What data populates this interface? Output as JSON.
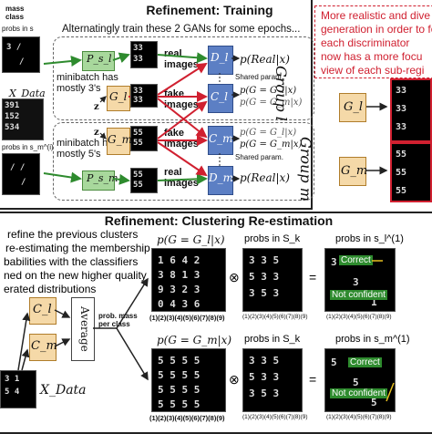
{
  "top": {
    "title": "Refinement: Training",
    "subtitle": "Alternatingly train these 2 GANs for some epochs...",
    "left_labels": [
      "mass",
      "class",
      "probs in s"
    ],
    "probs_s_l": "probs in s_l^(i)",
    "probs_s_m": "probs in s_m^(i)",
    "x_data": "X_Data",
    "minibatch_l": "minibatch has mostly 3's",
    "minibatch_m": "minibatch has mostly 5's",
    "real_images": "real images",
    "fake_images": "fake images",
    "shared_param": "Shared param.",
    "p_real": "p(Real|x)",
    "p_g_l": "p(G = G_l|x)",
    "p_g_m": "p(G = G_m|x)",
    "group_l": "Group l",
    "group_m": "Group m",
    "ps_l": "P_s_l",
    "ps_m": "P_s_m",
    "gl": "G_l",
    "gm": "G_m",
    "dl": "D_l",
    "dm": "D_m",
    "cl": "C_l",
    "cm": "C_m",
    "z": "z",
    "x": "x"
  },
  "right_note": {
    "lines": [
      "More realistic and dive",
      "generation in order to fo",
      "each discriminator",
      "now has a more focu",
      "view of each sub-regi"
    ],
    "gl": "G_l",
    "gm": "G_m"
  },
  "bottom": {
    "title": "Refinement: Clustering Re-estimation",
    "desc_lines": [
      "refine the previous clusters",
      "re-estimating the membership",
      "babilities with the classifiers",
      "ned on the new higher quality",
      "erated distributions"
    ],
    "average": "Average",
    "cl": "C_l",
    "cm": "C_m",
    "x_data": "X_Data",
    "prob_mass": "prob. mass per class",
    "p_g_l": "p(G = G_l|x)",
    "p_g_m": "p(G = G_m|x)",
    "probs_sk_1": "probs in S_k",
    "probs_sk_2": "probs in S_k",
    "probs_sl": "probs in s_l^(1)",
    "probs_sm": "probs in s_m^(1)",
    "otimes": "⊗",
    "equals": "=",
    "correct": "Correct",
    "not_confident": "Not confident",
    "mass_row_1": "(1)(2)(3)(4)(5)(6)(7)(8)(9)",
    "mass_row_2": "(1)(2)(3)(4)(5)(6)(7)(8)(9)",
    "sk_row_1": "(1)(2)(3)(4)(5)(6)(7)(8)(9)",
    "sk_row_2": "(1)(2)(3)(4)(5)(6)(7)(8)(9)"
  },
  "colors": {
    "green": "#2e8b2e",
    "red": "#d02030",
    "generator": "#f5d9a8",
    "discriminator": "#5c7fc4",
    "prior": "#a8d89c"
  }
}
